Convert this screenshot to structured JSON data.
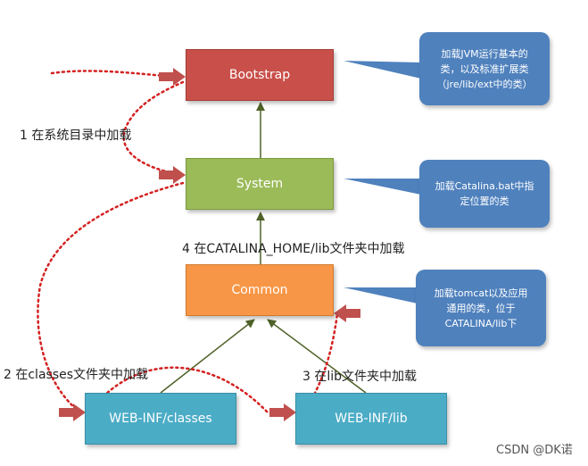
{
  "colors": {
    "bootstrap": "#c9504a",
    "system": "#9bbb59",
    "common": "#f79646",
    "webinf": "#4bacc6",
    "callout": "#4f81bd",
    "dotted": "#d42020",
    "arrow_block": "#c0504d",
    "solid_arrow": "#4f6228"
  },
  "boxes": {
    "bootstrap": "Bootstrap",
    "system": "System",
    "common": "Common",
    "webinf_classes": "WEB-INF/classes",
    "webinf_lib": "WEB-INF/lib"
  },
  "callouts": {
    "bootstrap": [
      "加载JVM运行基本的",
      "类，以及标准扩展类",
      "（jre/lib/ext中的类）"
    ],
    "system": [
      "加载Catalina.bat中指",
      "定位置的类"
    ],
    "common": [
      "加载tomcat以及应用",
      "通用的类，位于",
      "CATALINA/lib下"
    ]
  },
  "labels": {
    "step1": "1 在系统目录中加载",
    "step2": "2 在classes文件夹中加载",
    "step3": "3 在lib文件夹中加载",
    "step4": "4 在CATALINA_HOME/lib文件夹中加载"
  },
  "watermark": "CSDN @DK诺"
}
